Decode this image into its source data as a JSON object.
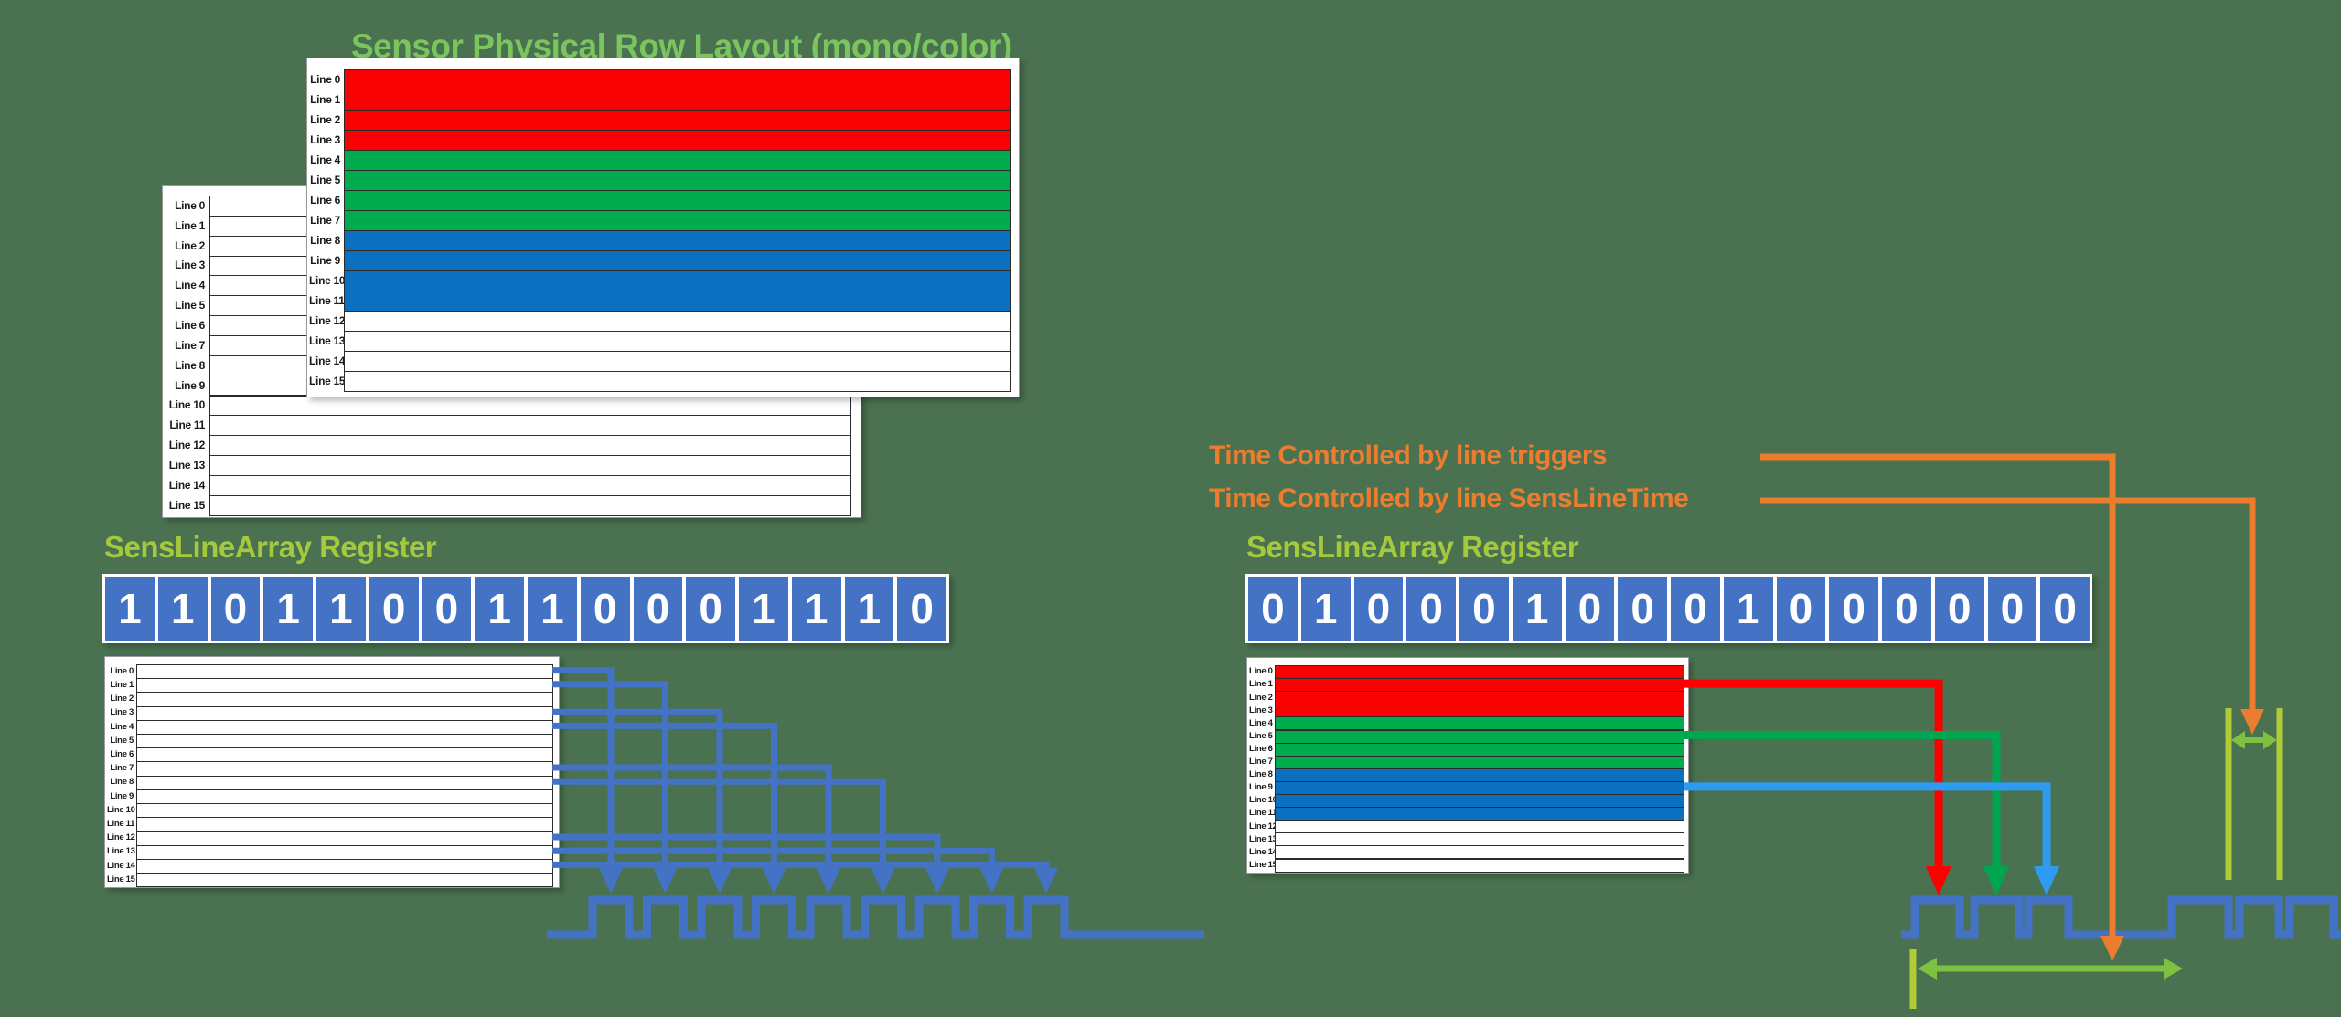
{
  "page": {
    "background": "#4A7251"
  },
  "titles": {
    "sensor_layout": "Sensor Physical Row Layout (mono/color)",
    "register_left": "SensLineArray Register",
    "register_right": "SensLineArray Register"
  },
  "annotations": {
    "trigger": "Time Controlled by line triggers",
    "senslinetime": "Time Controlled by line SensLineTime"
  },
  "registers": {
    "left_bits": "1101100110001110",
    "right_bits": "0100010001000000"
  },
  "line_labels": [
    "Line 0",
    "Line 1",
    "Line 2",
    "Line 3",
    "Line 4",
    "Line 5",
    "Line 6",
    "Line 7",
    "Line 8",
    "Line 9",
    "Line 10",
    "Line 11",
    "Line 12",
    "Line 13",
    "Line 14",
    "Line 15"
  ],
  "row_color_groups": {
    "red_rows": [
      0,
      1,
      2,
      3
    ],
    "green_rows": [
      4,
      5,
      6,
      7
    ],
    "blue_rows": [
      8,
      9,
      10,
      11
    ],
    "white_rows": [
      12,
      13,
      14,
      15
    ]
  },
  "colors": {
    "title_green": "#7BC55E",
    "label_green": "#A5C93D",
    "orange": "#EC7C2E",
    "register_blue": "#4472C4",
    "waveform_blue": "#4472C4",
    "row_red": "#FA0102",
    "row_green": "#00AC4D",
    "row_blue": "#0A70BF",
    "row_white": "#FFFFFF",
    "arrow_red": "#FE0000",
    "arrow_green": "#00A64F",
    "arrow_blue": "#2E9BF0",
    "measure_green": "#AFCB35",
    "measure_arrow_green": "#7EC141"
  }
}
